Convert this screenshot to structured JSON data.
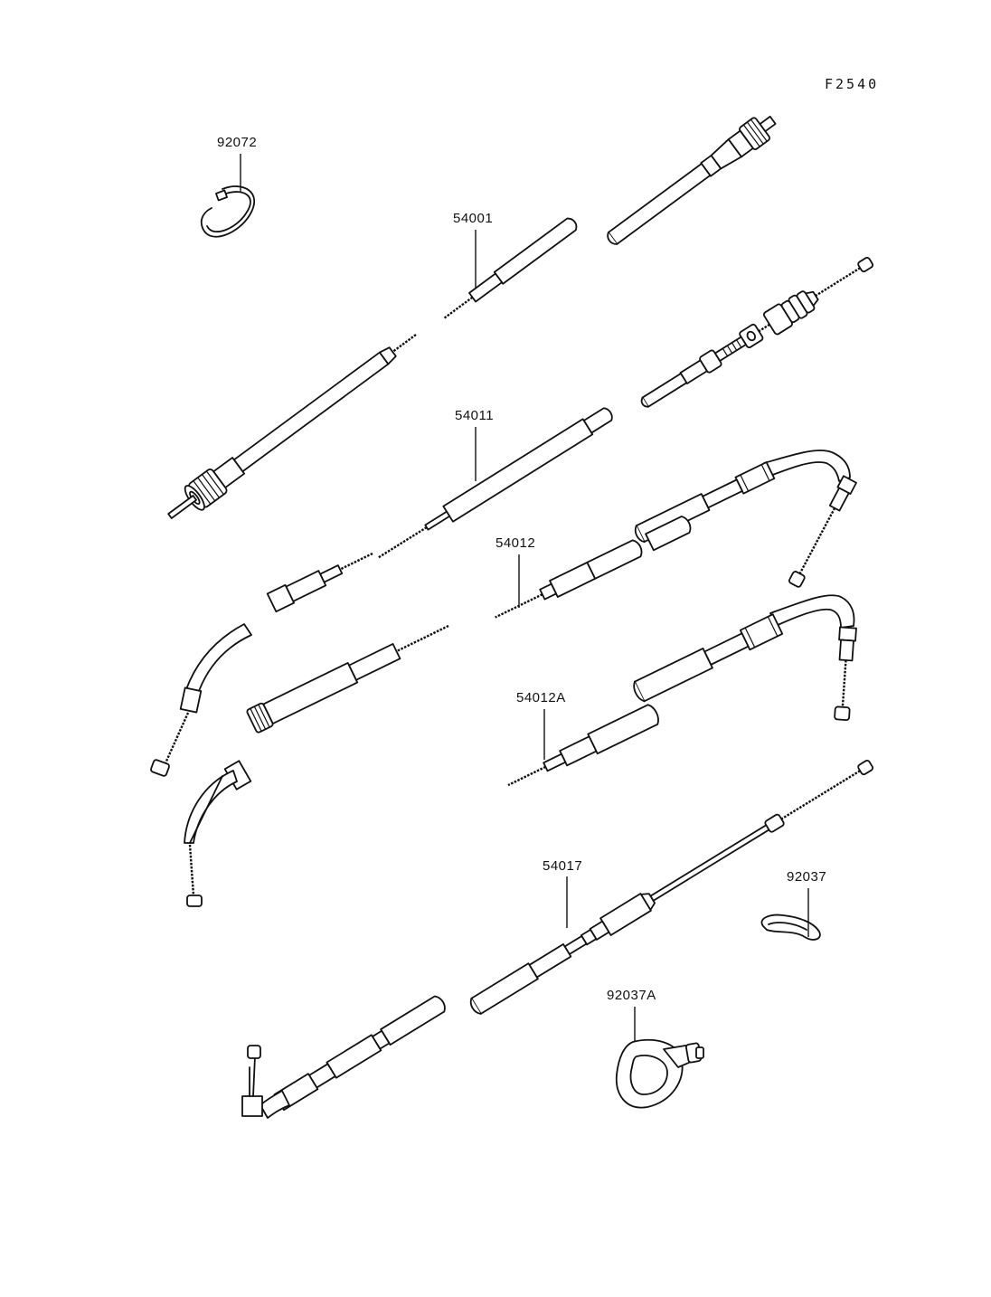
{
  "diagram": {
    "code": "F2540",
    "labels": {
      "p92072": "92072",
      "p54001": "54001",
      "p54011": "54011",
      "p54012": "54012",
      "p54012A": "54012A",
      "p54017": "54017",
      "p92037": "92037",
      "p92037A": "92037A"
    }
  }
}
